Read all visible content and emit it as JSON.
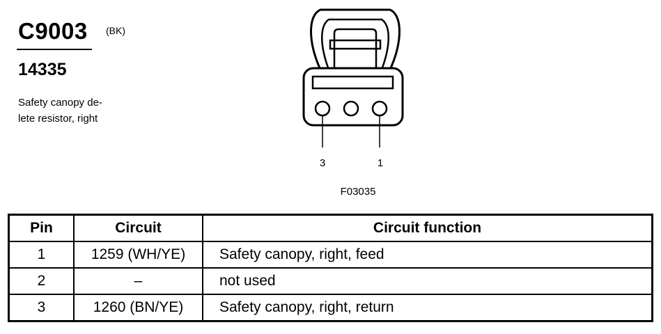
{
  "header": {
    "connector_id": "C9003",
    "color_code": "(BK)",
    "part_number": "14335",
    "description_line1": "Safety canopy de-",
    "description_line2": "lete resistor, right"
  },
  "diagram": {
    "pin_labels": [
      "3",
      "1"
    ],
    "figure_code": "F03035"
  },
  "table": {
    "headers": [
      "Pin",
      "Circuit",
      "Circuit function"
    ],
    "rows": [
      {
        "pin": "1",
        "circuit": "1259 (WH/YE)",
        "function": "Safety canopy, right, feed"
      },
      {
        "pin": "2",
        "circuit": "–",
        "function": "not used"
      },
      {
        "pin": "3",
        "circuit": "1260 (BN/YE)",
        "function": "Safety canopy, right, return"
      }
    ]
  }
}
